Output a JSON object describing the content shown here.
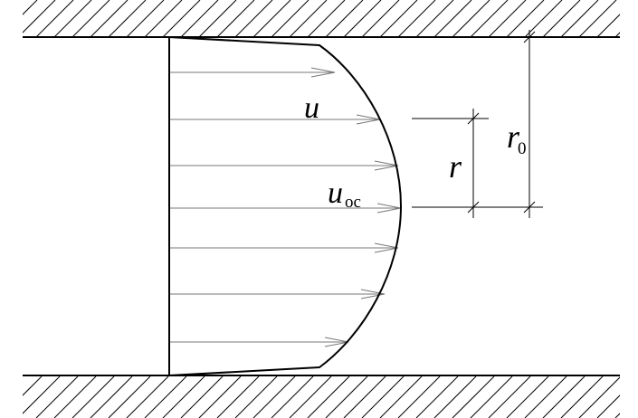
{
  "labels": {
    "velocity": "u",
    "axial_velocity": "u",
    "axial_velocity_subscript": "oc",
    "radius": "r",
    "pipe_radius": "r",
    "pipe_radius_subscript": "0"
  },
  "colors": {
    "stroke": "#000000",
    "arrow": "#777777",
    "background": "#ffffff"
  }
}
